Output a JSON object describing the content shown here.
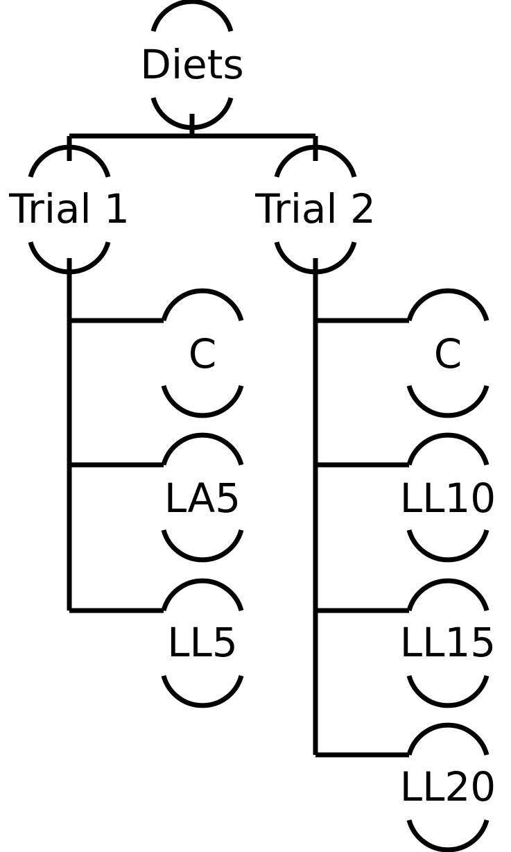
{
  "diagram": {
    "root": {
      "label": "Diets",
      "children": [
        {
          "label": "Trial 1",
          "children": [
            {
              "label": "C"
            },
            {
              "label": "LA5"
            },
            {
              "label": "LL5"
            }
          ]
        },
        {
          "label": "Trial 2",
          "children": [
            {
              "label": "C"
            },
            {
              "label": "LL10"
            },
            {
              "label": "LL15"
            },
            {
              "label": "LL20"
            }
          ]
        }
      ]
    },
    "colors": {
      "line": "#000000",
      "text": "#000000",
      "background": "#ffffff"
    }
  }
}
